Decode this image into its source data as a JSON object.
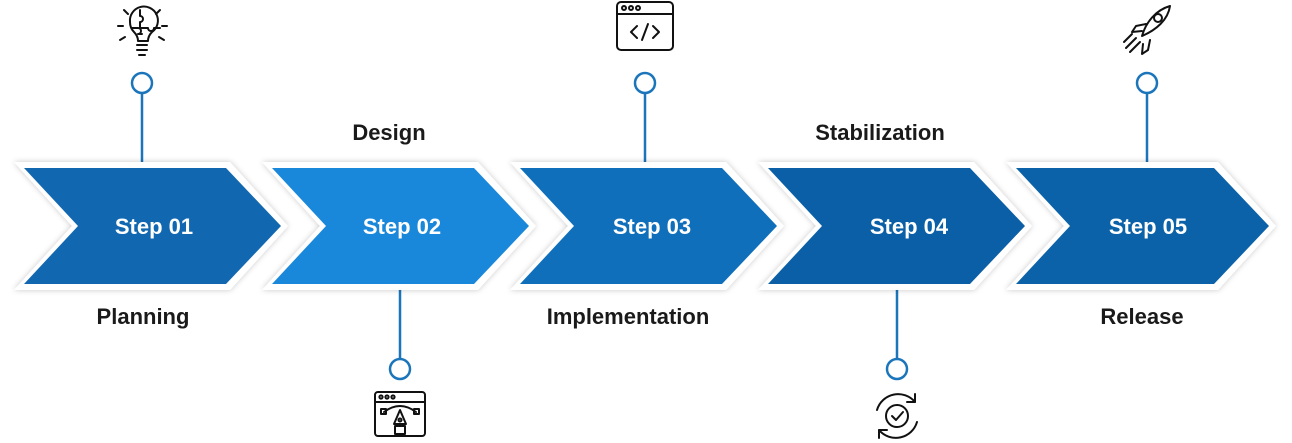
{
  "colors": {
    "line": "#1b75bb",
    "text": "#1a1a1a",
    "step_text": "#ffffff"
  },
  "steps": [
    {
      "label": "Step 01",
      "phase": "Planning",
      "phase_position": "below",
      "icon": "lightbulb-puzzle-icon",
      "icon_position": "above",
      "color": "#1268b0",
      "accent": "#ffffff"
    },
    {
      "label": "Step 02",
      "phase": "Design",
      "phase_position": "above",
      "icon": "design-tools-icon",
      "icon_position": "below",
      "color": "#1a88da",
      "accent": "#ffffff"
    },
    {
      "label": "Step 03",
      "phase": "Implementation",
      "phase_position": "below",
      "icon": "code-window-icon",
      "icon_position": "above",
      "color": "#0f6fbb",
      "accent": "#ffffff"
    },
    {
      "label": "Step 04",
      "phase": "Stabilization",
      "phase_position": "above",
      "icon": "refresh-check-icon",
      "icon_position": "below",
      "color": "#0a5fa6",
      "accent": "#ffffff"
    },
    {
      "label": "Step 05",
      "phase": "Release",
      "phase_position": "below",
      "icon": "rocket-icon",
      "icon_position": "above",
      "color": "#0b62a8",
      "accent": "#ffffff"
    }
  ]
}
